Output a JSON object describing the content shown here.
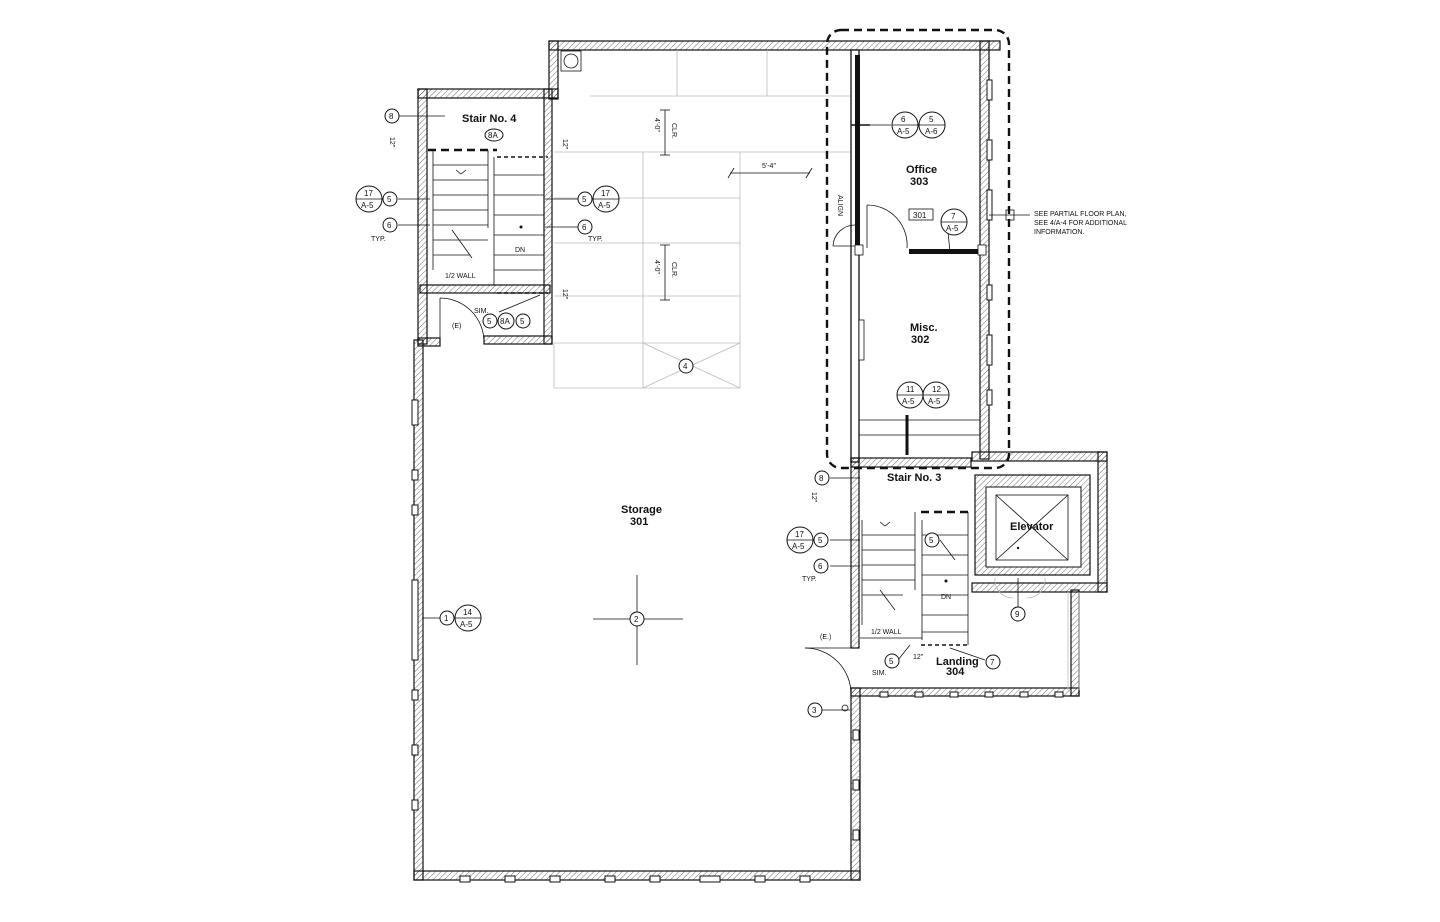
{
  "rooms": {
    "stair4": "Stair No. 4",
    "storage_name": "Storage",
    "storage_num": "301",
    "office_name": "Office",
    "office_num": "303",
    "misc_name": "Misc.",
    "misc_num": "302",
    "stair3": "Stair No. 3",
    "elevator": "Elevator",
    "landing_name": "Landing",
    "landing_num": "304"
  },
  "notes": {
    "partial_1": "SEE PARTIAL FLOOR PLAN,",
    "partial_2": "SEE 4/A-4  FOR ADDITIONAL",
    "partial_3": "INFORMATION."
  },
  "labels": {
    "half_wall": "1/2 WALL",
    "dn": "DN",
    "typ": "TYP.",
    "sim": "SIM.",
    "existing": "(E)",
    "existing_dot": "(E.)",
    "align": "ALIGN",
    "clr": "CLR.",
    "dim_12": "12\"",
    "dim_4ft": "4'-0\"",
    "dim_5ft4": "5'-4\"",
    "room_tag": "301"
  },
  "tags": {
    "t8": "8",
    "t8a": "8A",
    "t5": "5",
    "t6": "6",
    "t17": "17",
    "t14": "14",
    "t11": "11",
    "t12": "12",
    "t7": "7",
    "t1": "1",
    "t2": "2",
    "t3": "3",
    "t4": "4",
    "t9": "9",
    "a5": "A-5",
    "a6": "A-6"
  }
}
